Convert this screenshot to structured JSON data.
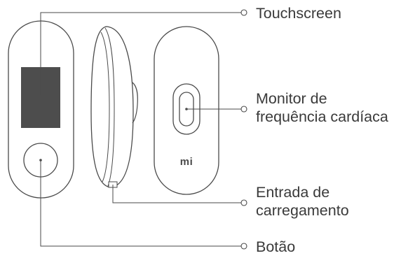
{
  "labels": {
    "touchscreen": "Touchscreen",
    "monitor_line1": "Monitor de",
    "monitor_line2": "frequência cardíaca",
    "entrada_line1": "Entrada de",
    "entrada_line2": "carregamento",
    "botao": "Botão"
  },
  "device": {
    "logo": "mi"
  },
  "colors": {
    "outline": "#4a4a4a",
    "screen": "#4d4d4d",
    "text": "#3a3a3a"
  }
}
